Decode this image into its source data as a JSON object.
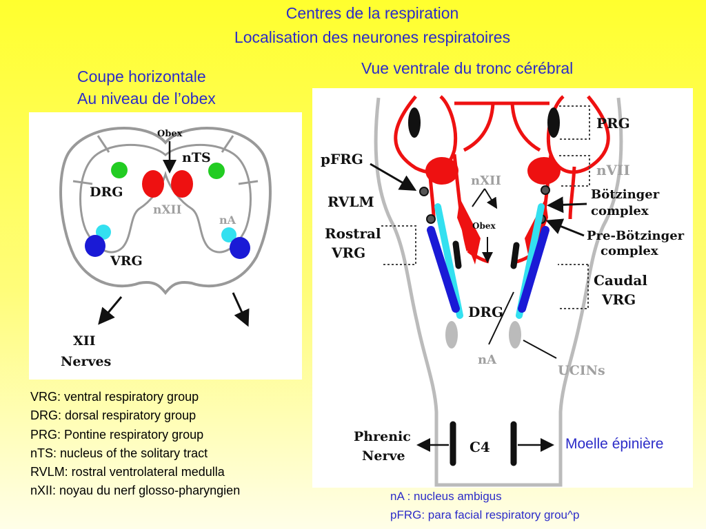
{
  "title": {
    "line1": "Centres de la respiration",
    "line2": "Localisation des neurones respiratoires"
  },
  "left_heading": {
    "line1": "Coupe horizontale",
    "line2": "Au niveau de l’obex"
  },
  "right_heading": "Vue ventrale du tronc cérébral",
  "left_diagram": {
    "labels": {
      "obex": "Obex",
      "nts": "nTS",
      "drg": "DRG",
      "nxii": "nXII",
      "na": "nA",
      "vrg": "VRG",
      "nerves_1": "XII",
      "nerves_2": "Nerves"
    }
  },
  "right_diagram": {
    "labels": {
      "prg": "PRG",
      "pfrg": "pFRG",
      "nvii": "nVII",
      "nxii": "nXII",
      "rvlm": "RVLM",
      "botzinger_1": "Bötzinger",
      "botzinger_2": "complex",
      "obex": "Obex",
      "rostral_1": "Rostral",
      "rostral_2": "VRG",
      "prebotzinger_1": "Pre-Bötzinger",
      "prebotzinger_2": "complex",
      "caudal_1": "Caudal",
      "caudal_2": "VRG",
      "drg": "DRG",
      "na": "nA",
      "ucins": "UCINs",
      "phrenic_1": "Phrenic",
      "phrenic_2": "Nerve",
      "c4": "C4"
    }
  },
  "legend": [
    "VRG: ventral respiratory group",
    "DRG: dorsal respiratory group",
    "PRG: Pontine respiratory group",
    "nTS: nucleus of the solitary tract",
    "RVLM: rostral ventrolateral medulla",
    "nXII: noyau du nerf glosso-pharyngien"
  ],
  "spinal_label": "Moelle épinière",
  "notes": {
    "na": "nA : nucleus ambigus",
    "pfrg": "pFRG: para facial respiratory grou^p"
  },
  "colors": {
    "background_top": "#ffff2e",
    "heading_text": "#2b2bc8",
    "drg_green": "#22cc22",
    "nts_red": "#ee1111",
    "vrg_blue": "#1a1ad6",
    "na_cyan": "#33e0f0",
    "grey_label": "#a0a0a0"
  }
}
